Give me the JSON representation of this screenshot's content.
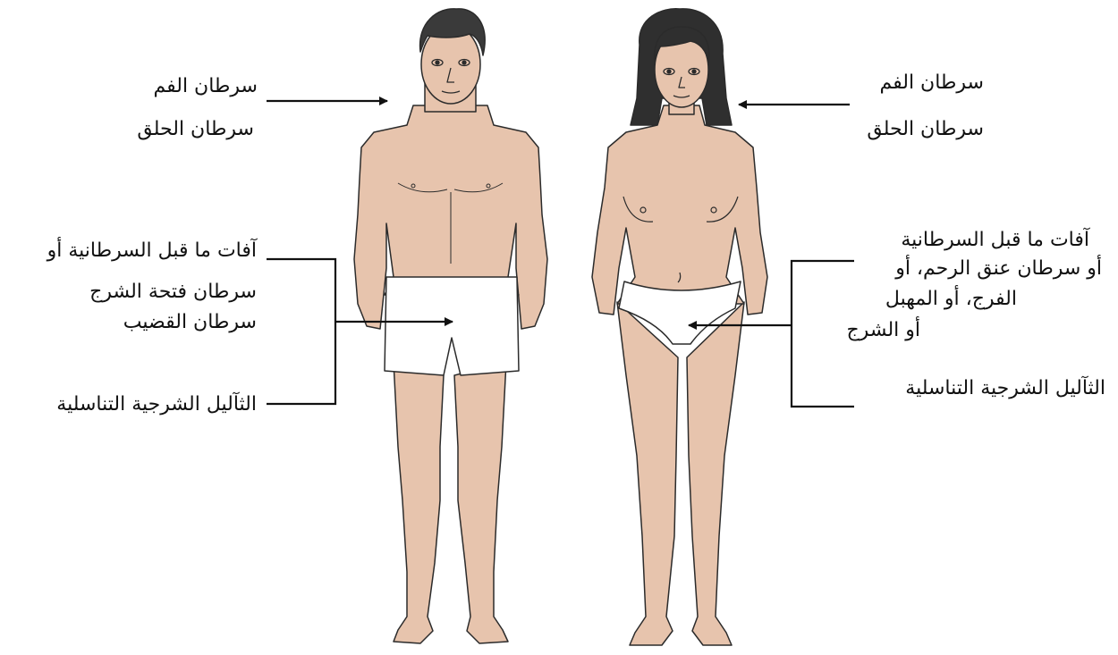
{
  "male": {
    "mouth_cancer": "سرطان الفم",
    "throat_cancer": "سرطان الحلق",
    "anal_precancer_line1": "آفات ما قبل السرطانية أو",
    "anal_precancer_line2": "سرطان فتحة الشرج",
    "penile_cancer": "سرطان القضيب",
    "genital_warts": "الثآليل الشرجية التناسلية"
  },
  "female": {
    "mouth_cancer": "سرطان الفم",
    "throat_cancer": "سرطان الحلق",
    "precancer_line1": "آفات ما قبل السرطانية",
    "precancer_line2": "أو سرطان عنق الرحم، أو",
    "precancer_line3": "الفرج، أو المهبل",
    "precancer_line4": "أو الشرج",
    "genital_warts": "الثآليل الشرجية التناسلية"
  },
  "colors": {
    "skin": "#e7c4ad",
    "outline": "#2b2b2b",
    "male_hair": "#3a3a3a",
    "female_hair": "#2f2f2f",
    "underwear": "#ffffff"
  }
}
